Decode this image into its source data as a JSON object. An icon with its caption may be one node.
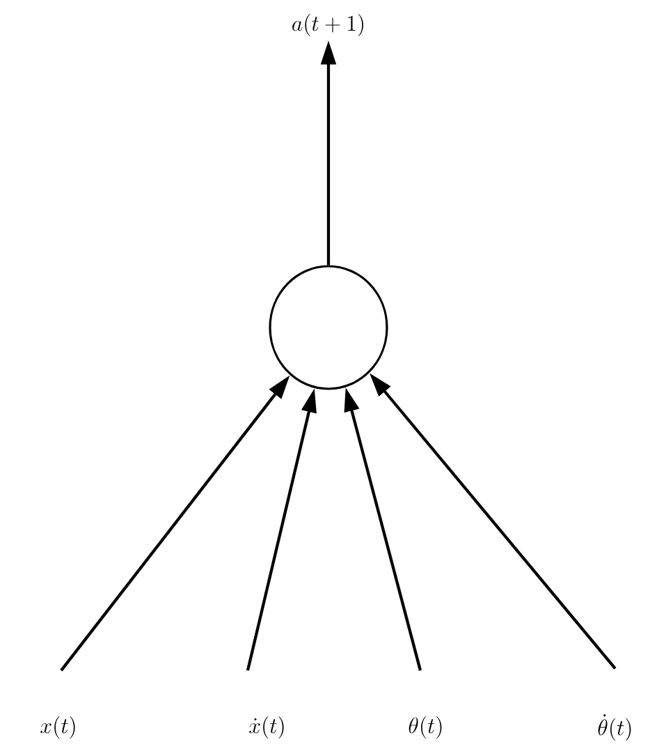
{
  "diagram": {
    "nodes": [
      {
        "text": [],
        "shape": "circle"
      },
      {
        "text": [
          "a(t+1)"
        ]
      },
      {
        "text": [
          "x(t)"
        ]
      },
      {
        "text": [
          "\\dot{x}(t)"
        ]
      },
      {
        "text": [
          "\\theta(t)"
        ]
      },
      {
        "text": [
          "\\dot{\\theta}(t)"
        ]
      }
    ],
    "edges": [
      {
        "from": 0,
        "to": 1,
        "arrow": "to"
      },
      {
        "from": 2,
        "to": 0,
        "arrow": "to"
      },
      {
        "from": 3,
        "to": 0,
        "arrow": "to"
      },
      {
        "from": 4,
        "to": 0,
        "arrow": "to"
      },
      {
        "from": 5,
        "to": 0,
        "arrow": "to"
      }
    ]
  }
}
